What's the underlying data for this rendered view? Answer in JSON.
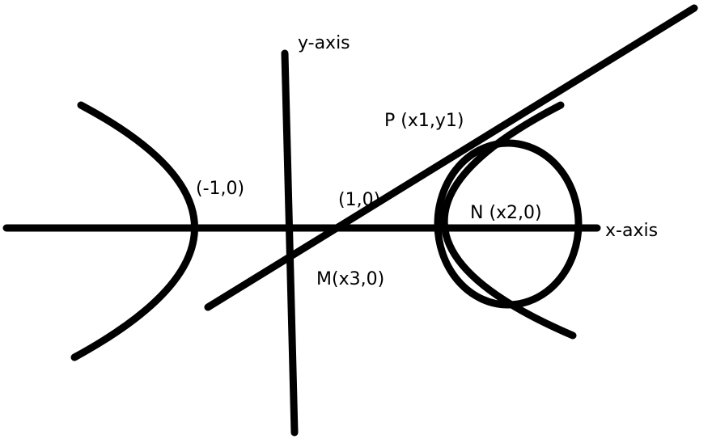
{
  "labels": {
    "y_axis": "y-axis",
    "x_axis": "x-axis",
    "point_p": "P (x1,y1)",
    "vertex_left": "(-1,0)",
    "vertex_right": "(1,0)",
    "point_n": "N (x2,0)",
    "point_m": "M(x3,0)"
  },
  "colors": {
    "stroke": "#000000",
    "background": "#ffffff"
  }
}
